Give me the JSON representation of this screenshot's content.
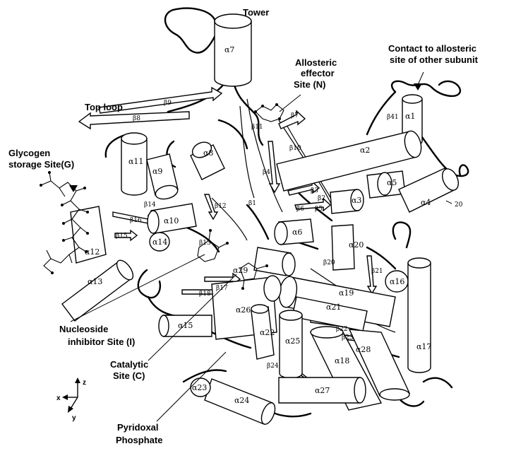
{
  "labels": {
    "tower": "Tower",
    "contact": "Contact to allosteric",
    "contact_line2": "site of other subunit",
    "allosteric": "Allosteric",
    "allosteric_line2": "effector",
    "allosteric_line3": "Site (N)",
    "top_loop": "Top loop",
    "glycogen": "Glycogen",
    "glycogen_line2": "storage Site(G)",
    "nucleoside": "Nucleoside",
    "nucleoside_line2": "inhibitor  Site  (I)",
    "catalytic": "Catalytic",
    "catalytic_line2": "Site (C)",
    "pyridoxal": "Pyridoxal",
    "pyridoxal_line2": "Phosphate",
    "residue_20": "20"
  },
  "helices": {
    "a1": "α1",
    "a2": "α2",
    "a3": "α3",
    "a4": "α4",
    "a5": "α5",
    "a6": "α6",
    "a7": "α7",
    "a8": "α8",
    "a9": "α9",
    "a10": "α10",
    "a11": "α11",
    "a12": "α12",
    "a13": "α13",
    "a14": "α14",
    "a15": "α15",
    "a16": "α16",
    "a17": "α17",
    "a18": "α18",
    "a19": "α19",
    "a20": "α20",
    "a21": "α21",
    "a22": "α22",
    "a23": "α23",
    "a24": "α24",
    "a25": "α25",
    "a26": "α26",
    "a27": "α27",
    "a28": "α28",
    "a29": "α29"
  },
  "strands": {
    "b1": "β1",
    "b2": "β2",
    "b3": "β3",
    "b4": "β4",
    "b5": "β5",
    "b6": "β6",
    "b7": "β7",
    "b8": "β8",
    "b9": "β9",
    "b10": "β10",
    "b11": "β11",
    "b12": "β12",
    "b13": "β13",
    "b14": "β14",
    "b15": "β15",
    "b16": "β16",
    "b17": "β17",
    "b18": "β18",
    "b20": "β20",
    "b21": "β21",
    "b22": "β22",
    "b23": "β23",
    "b24": "β24",
    "b41": "β41"
  },
  "axes": {
    "x": "x",
    "y": "y",
    "z": "z"
  },
  "colors": {
    "ink": "#000000",
    "paper": "#ffffff"
  }
}
